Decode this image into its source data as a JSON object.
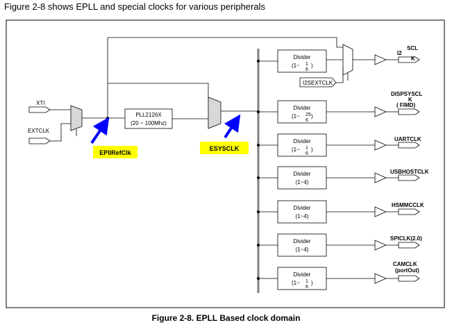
{
  "heading": "Figure 2-8 shows EPLL and special clocks for various peripherals",
  "caption": "Figure 2-8. EPLL Based clock domain",
  "inputs": {
    "xti": "XTI",
    "extclk": "EXTCLK"
  },
  "pll": {
    "name": "PLL2126X",
    "range": "(20 ~ 100Mhz)"
  },
  "callouts": {
    "epll_ref": "EPllRefClk",
    "esys": "ESYSCLK"
  },
  "colors": {
    "callout_bg": "#ffff00",
    "arrow": "#0000ff"
  },
  "i2s_ext": "I2SEXTCLK",
  "i2s_outputs": [
    "I2",
    "SCL",
    "K"
  ],
  "divider_word": "Divider",
  "dividers": [
    {
      "ratio_a": "(1~",
      "ratio_b": ")",
      "frac": "1",
      "den": "6",
      "output": ""
    },
    {
      "ratio_a": "(1~",
      "ratio_b": ")",
      "frac": "25",
      "den": "6",
      "output": "DISPSYSCL"
    },
    {
      "ratio_a": "(1~",
      "ratio_b": ")",
      "frac": "1",
      "den": "6",
      "output": "UARTCLK"
    },
    {
      "ratio": "(1~4)",
      "output": "USBHOSTCLK"
    },
    {
      "ratio": "(1~4)",
      "output": "HSMMCCLK"
    },
    {
      "ratio": "(1~4)",
      "output": "SPICLK(2.0)"
    },
    {
      "ratio_a": "(1~",
      "ratio_b": ")",
      "frac": "1",
      "den": "6",
      "output": "CAMCLK"
    }
  ],
  "extra_output_texts": {
    "disp_k": "K",
    "fimd": "( FIMD)",
    "cam_port": "(portOut)"
  }
}
